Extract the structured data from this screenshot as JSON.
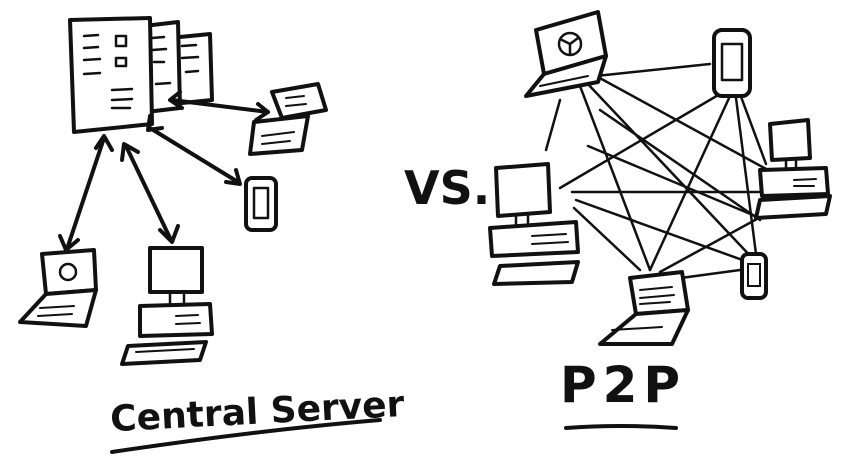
{
  "labels": {
    "central": "Central Server",
    "versus": "VS.",
    "p2p": "P2P"
  }
}
